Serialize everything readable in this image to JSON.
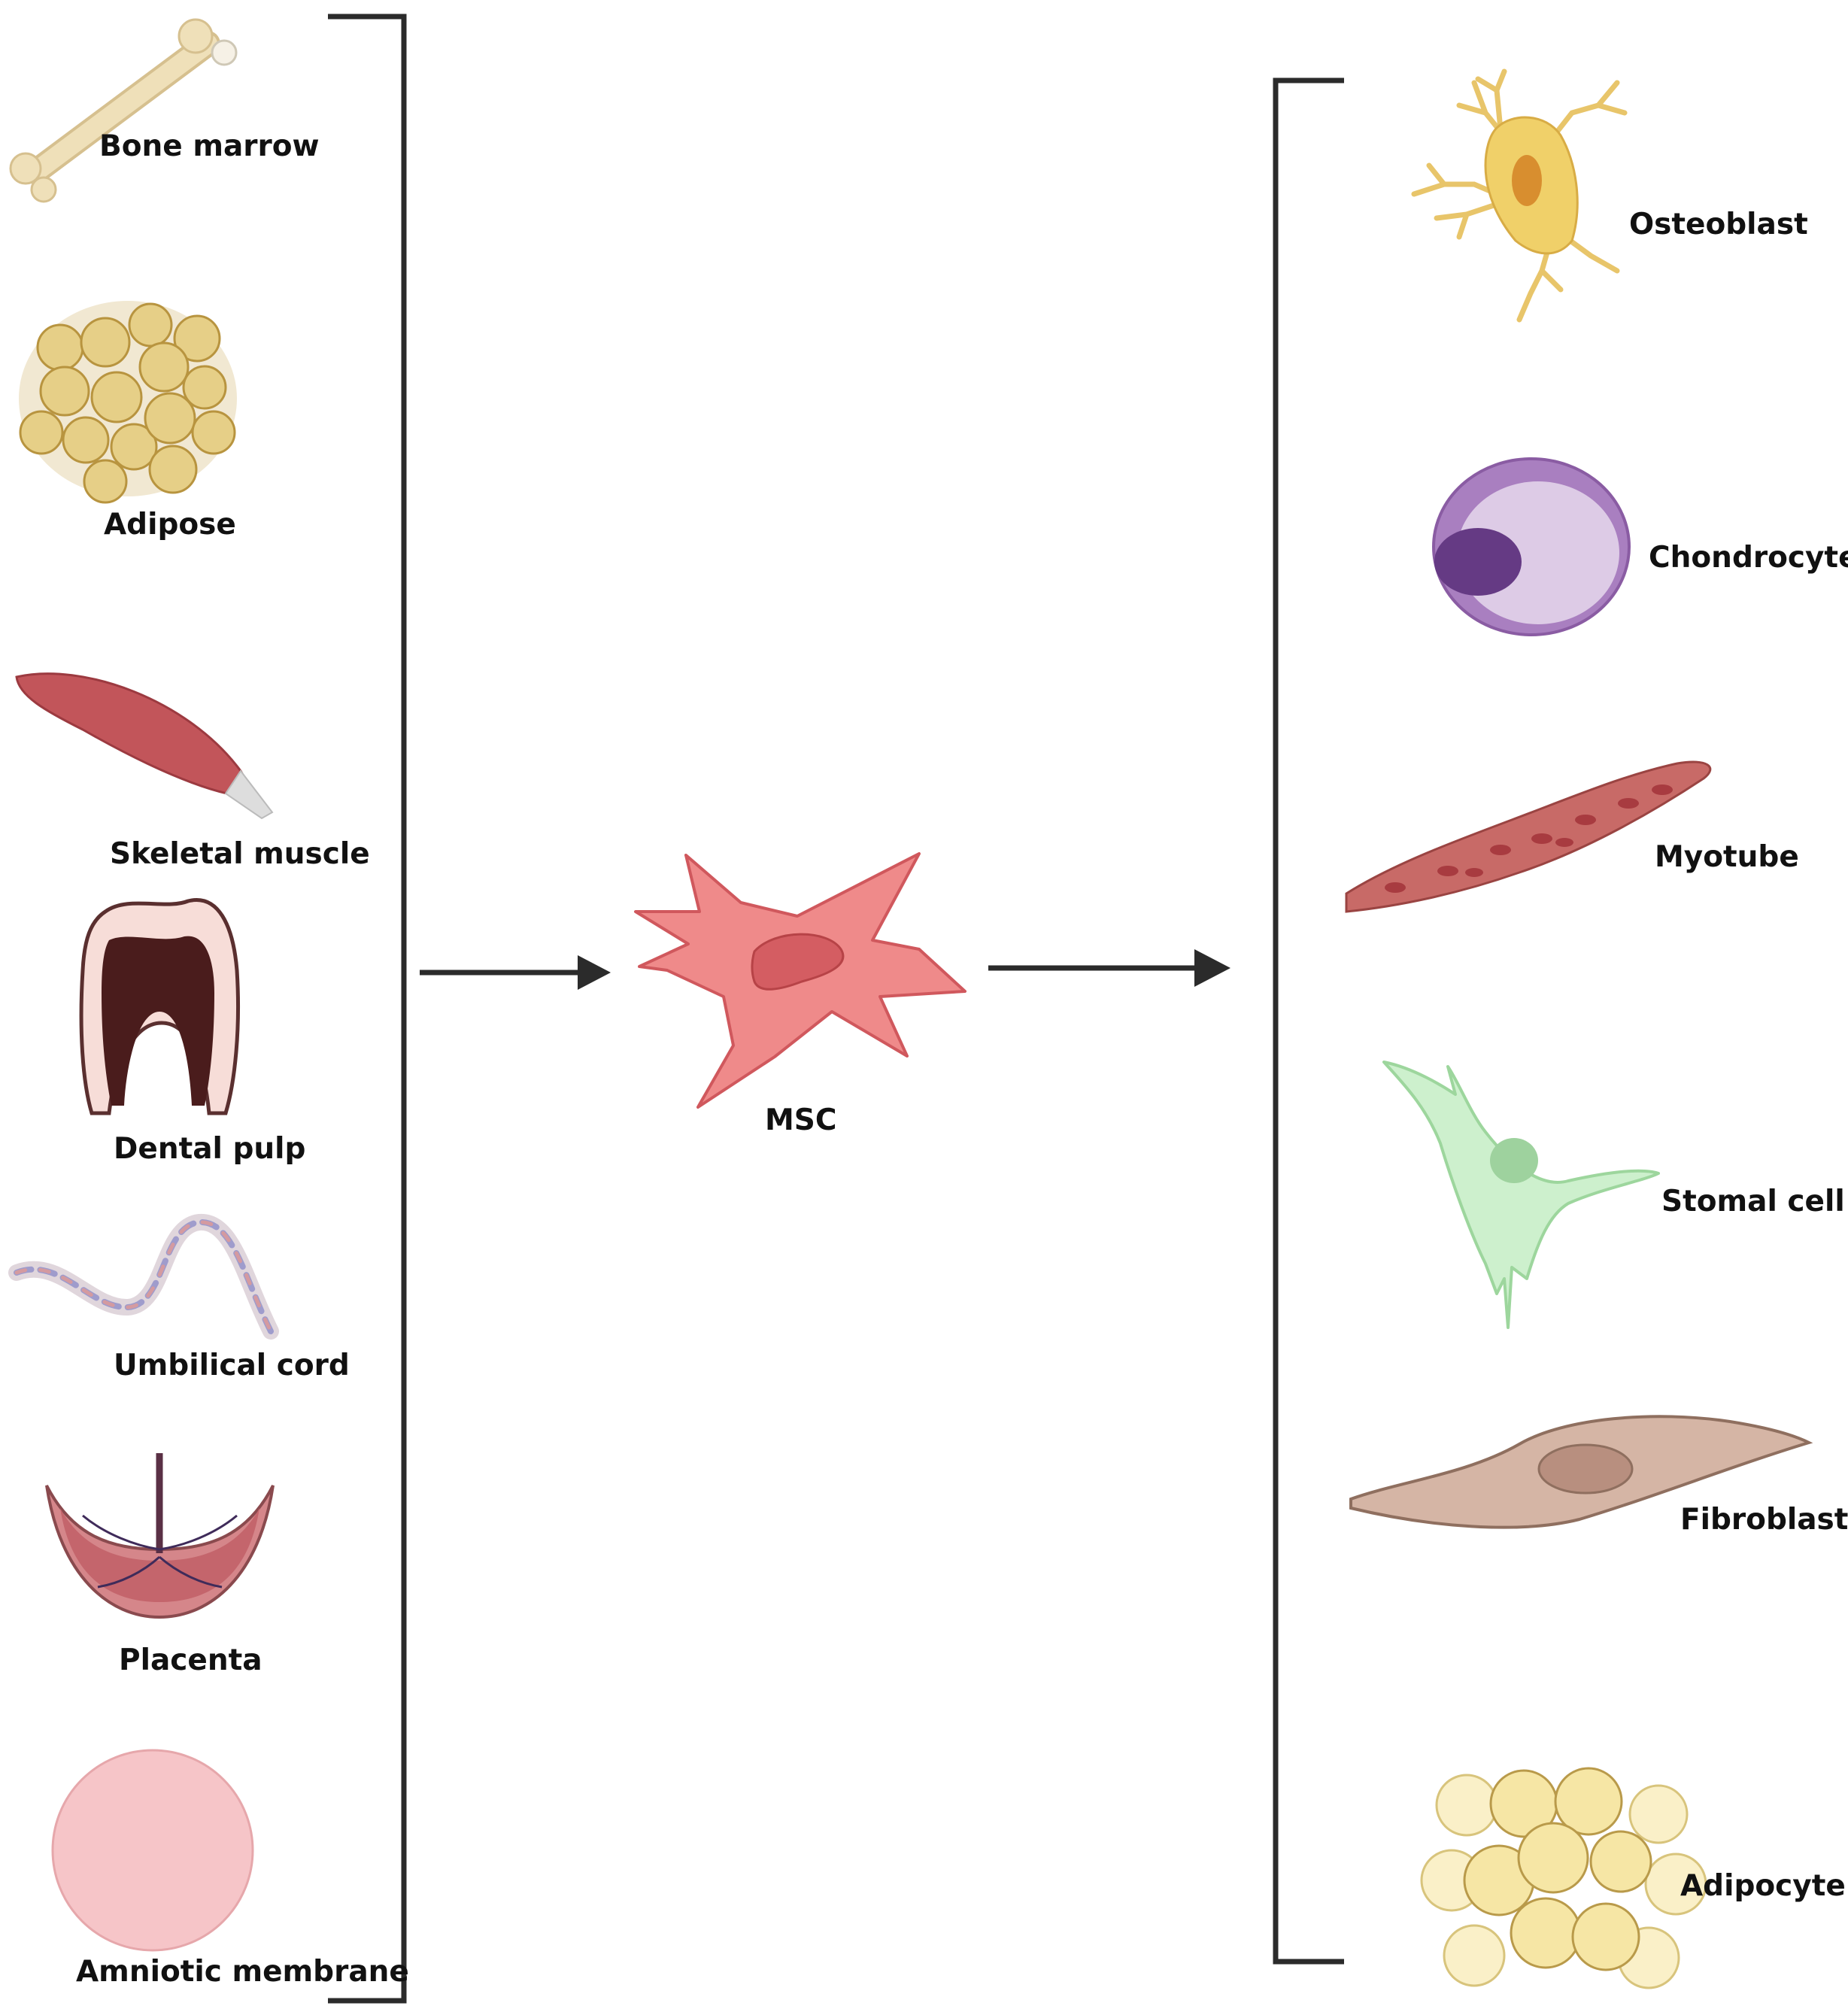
{
  "sources": [
    {
      "label": "Bone marrow",
      "icon": "bone-icon"
    },
    {
      "label": "Adipose",
      "icon": "adipose-tissue-icon"
    },
    {
      "label": "Skeletal muscle",
      "icon": "skeletal-muscle-icon"
    },
    {
      "label": "Dental pulp",
      "icon": "tooth-icon"
    },
    {
      "label": "Umbilical cord",
      "icon": "umbilical-cord-icon"
    },
    {
      "label": "Placenta",
      "icon": "placenta-icon"
    },
    {
      "label": "Amniotic membrane",
      "icon": "amniotic-membrane-icon"
    }
  ],
  "center": {
    "label": "MSC",
    "icon": "msc-cell-icon"
  },
  "outcomes": [
    {
      "label": "Osteoblast",
      "icon": "osteoblast-icon"
    },
    {
      "label": "Chondrocyte",
      "icon": "chondrocyte-icon"
    },
    {
      "label": "Myotube",
      "icon": "myotube-icon"
    },
    {
      "label": "Stomal cell",
      "icon": "stromal-cell-icon"
    },
    {
      "label": "Fibroblast",
      "icon": "fibroblast-icon"
    },
    {
      "label": "Adipocyte",
      "icon": "adipocyte-icon"
    }
  ],
  "colors": {
    "line": "#2b2b2b",
    "bone": "#ecdcb3",
    "fat": "#e6cf87",
    "muscle": "#c2555a",
    "msc": "#ef8a8a",
    "chondrocyte": "#a97fc0",
    "stromal": "#cdf0cd",
    "fibroblast": "#d5b5a5",
    "adipocyte": "#f6e6a5",
    "amnion": "#f6c5c8"
  }
}
